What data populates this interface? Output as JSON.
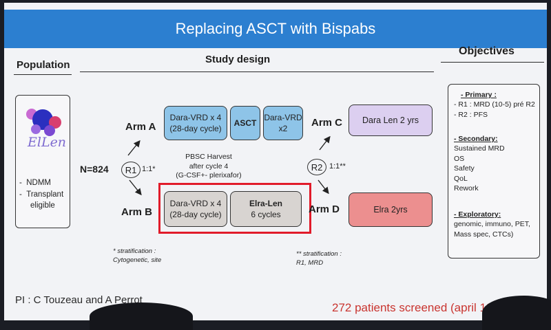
{
  "title": "Replacing ASCT with Bispabs",
  "headers": {
    "population": "Population",
    "study_design": "Study design",
    "objectives": "Objectives"
  },
  "population": {
    "logo_text": "ElLen",
    "items": [
      "NDMM",
      "Transplant",
      "eligible"
    ]
  },
  "design": {
    "n": "N=824",
    "r1": "R1",
    "r1_ratio": "1:1*",
    "r2": "R2",
    "r2_ratio": "1:1**",
    "arm_a": "Arm A",
    "arm_b": "Arm B",
    "arm_c": "Arm C",
    "arm_d": "Arm D",
    "arm_a_boxes": [
      {
        "line1": "Dara-VRD x 4",
        "line2": "(28-day cycle)"
      },
      {
        "line1": "ASCT",
        "line2": ""
      },
      {
        "line1": "Dara-VRD",
        "line2": "x2"
      }
    ],
    "pbsc": [
      "PBSC Harvest",
      "after cycle 4",
      "(G-CSF+- plerixafor)"
    ],
    "arm_b_boxes": [
      {
        "line1": "Dara-VRD x 4",
        "line2": "(28-day cycle)"
      },
      {
        "line1": "Elra-Len",
        "line2": "6 cycles"
      }
    ],
    "arm_c_box": "Dara Len  2 yrs",
    "arm_d_box": "Elra   2yrs",
    "strat1": [
      "* stratification :",
      "Cytogenetic, site"
    ],
    "strat2": [
      "** stratification :",
      "R1,  MRD"
    ]
  },
  "objectives": {
    "primary_title": "- Primary :",
    "primary": [
      "- R1 : MRD (10-5) pré R2",
      "- R2 : PFS"
    ],
    "secondary_title": "- Secondary:",
    "secondary": [
      "Sustained MRD",
      "OS",
      "Safety",
      "QoL",
      "Rework"
    ],
    "exploratory_title": "- Exploratory:",
    "exploratory": [
      "genomic, immuno, PET,",
      "Mass spec, CTCs)"
    ]
  },
  "footer": {
    "pi": "PI : C Touzeau and A Perrot",
    "screened": "272 patients screened (april 13"
  },
  "colors": {
    "title_bar": "#2c7fd0",
    "blue_box": "#8ec4e8",
    "gray_box": "#d8d4d1",
    "purple_box": "#dccff0",
    "pink_box": "#ec8f8f",
    "highlight": "#e11b2a",
    "footer_red": "#c9342f"
  }
}
